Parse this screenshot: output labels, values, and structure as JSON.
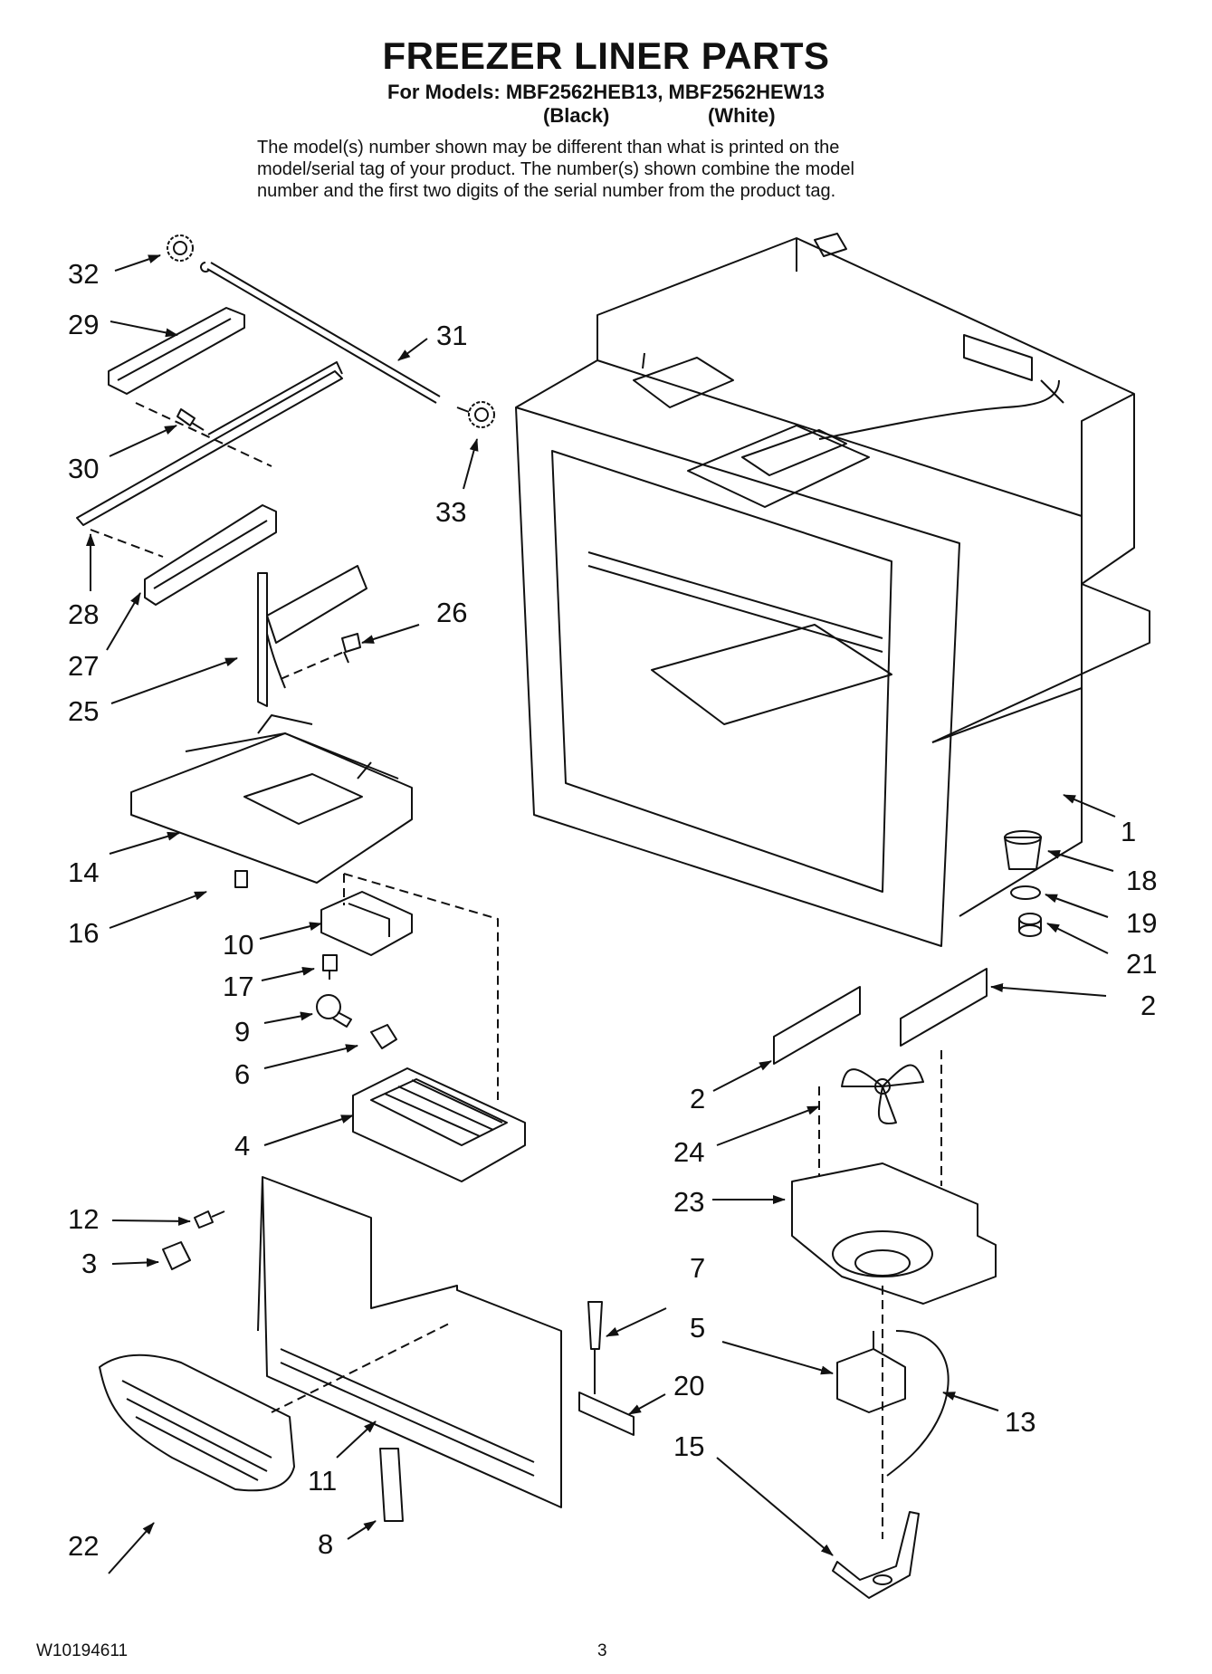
{
  "header": {
    "title": "FREEZER LINER PARTS",
    "models_line": "For Models: MBF2562HEB13, MBF2562HEW13",
    "variant_black": "(Black)",
    "variant_white": "(White)",
    "note_lines": [
      "The model(s) number shown may be different than what is printed on the",
      "model/serial tag of your product. The number(s) shown combine the model",
      "number and the first two digits of the serial number from the product tag."
    ]
  },
  "callouts": {
    "c32": "32",
    "c29": "29",
    "c31": "31",
    "c30": "30",
    "c33": "33",
    "c28": "28",
    "c27": "27",
    "c26": "26",
    "c25": "25",
    "c14": "14",
    "c16": "16",
    "c10": "10",
    "c17": "17",
    "c9": "9",
    "c6": "6",
    "c4": "4",
    "c12": "12",
    "c3": "3",
    "c22": "22",
    "c11": "11",
    "c8": "8",
    "c1": "1",
    "c18": "18",
    "c19": "19",
    "c21": "21",
    "c2a": "2",
    "c2b": "2",
    "c24": "24",
    "c23": "23",
    "c7": "7",
    "c5": "5",
    "c20": "20",
    "c13": "13",
    "c15": "15"
  },
  "footer": {
    "doc_number": "W10194611",
    "page_number": "3"
  }
}
